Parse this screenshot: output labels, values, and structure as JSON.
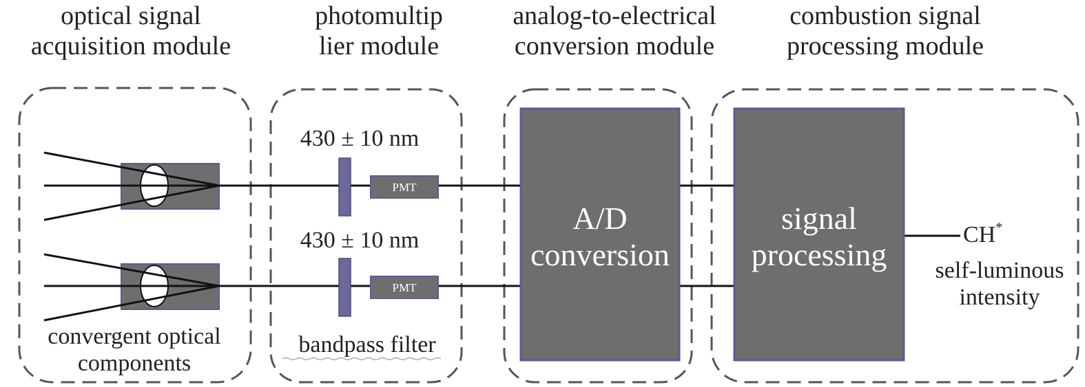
{
  "modules": [
    {
      "title_line1": "optical signal",
      "title_line2": "acquisition module"
    },
    {
      "title_line1": "photomultip",
      "title_line2": "lier module"
    },
    {
      "title_line1": "analog-to-electrical",
      "title_line2": "conversion module"
    },
    {
      "title_line1": "combustion signal",
      "title_line2": "processing module"
    }
  ],
  "filters": {
    "top_label": "430 ± 10 nm",
    "bottom_label": "430 ± 10 nm",
    "caption": "bandpass filter"
  },
  "pmt": {
    "top_label": "PMT",
    "bottom_label": "PMT"
  },
  "optics": {
    "caption_line1": "convergent optical",
    "caption_line2": "components"
  },
  "ad_box": {
    "line1": "A/D",
    "line2": "conversion"
  },
  "processing_box": {
    "line1": "signal",
    "line2": "processing"
  },
  "output": {
    "species": "CH",
    "superscript": "*",
    "line1": "self-luminous",
    "line2": "intensity"
  },
  "colors": {
    "dash": "#555555",
    "box_fill": "#6e6e6e",
    "box_edge": "#5a5a96",
    "line": "#111111",
    "filter_fill": "#6a6a9a"
  }
}
